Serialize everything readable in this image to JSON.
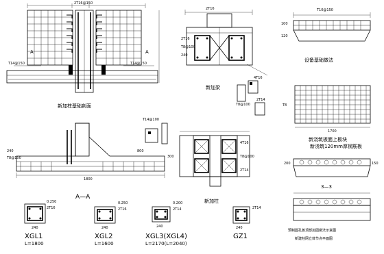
{
  "sheet": {
    "captions": {
      "column_base": "新加柱基础剖面",
      "new_beam": "新加梁",
      "equipment_foundation": "设备基础做法",
      "plate_reinforcement": "新浇筑板面上板块",
      "plate_note": "新浇筑120mm厚钢筋板",
      "new_column": "新加柱",
      "section_aa": "A—A",
      "section_33": "3—3",
      "precast_note": "预制圆孔板顶部加固做法示意图",
      "column_note": "新建柱网立体节点平面图"
    },
    "sections": [
      {
        "label": "XGL1",
        "length": "L=1800",
        "dim_top": "0.250",
        "dim_side": "2T16",
        "width": "240"
      },
      {
        "label": "XGL2",
        "length": "L=1600",
        "dim_top": "0.250",
        "dim_side": "2T16",
        "width": "240"
      },
      {
        "label": "XGL3(XGL4)",
        "length": "L=2170(L=2040)",
        "dim_top": "0.200",
        "dim_side": "2T14",
        "width": "240"
      },
      {
        "label": "GZ1",
        "length": "",
        "dim_top": "",
        "dim_side": "2T14",
        "width": "240"
      }
    ],
    "dims": {
      "base_width": "1800",
      "plate_width": "1700",
      "slab_dim": "T10@150",
      "beam_dim": "2T16",
      "col_dim": "240"
    }
  }
}
